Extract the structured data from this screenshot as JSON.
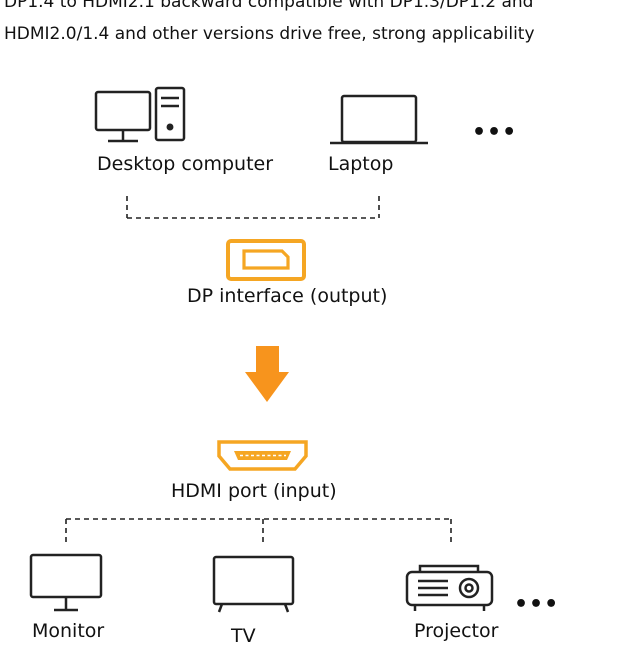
{
  "headline": {
    "line1": "DP1.4 to HDMI2.1 backward compatible with DP1.3/DP1.2 and",
    "line2": "HDMI2.0/1.4 and other versions drive free, strong applicability"
  },
  "sources": {
    "desktop_label": "Desktop computer",
    "laptop_label": "Laptop",
    "more": "•••"
  },
  "interfaces": {
    "dp_label": "DP interface (output)",
    "hdmi_label": "HDMI port (input)"
  },
  "outputs": {
    "monitor_label": "Monitor",
    "tv_label": "TV",
    "projector_label": "Projector",
    "more": "•••"
  },
  "colors": {
    "accent": "#F5A623",
    "arrow": "#F7941D",
    "line": "#222222"
  },
  "icons": [
    "desktop-computer-icon",
    "laptop-icon",
    "dp-connector-icon",
    "down-arrow-icon",
    "hdmi-connector-icon",
    "monitor-icon",
    "tv-icon",
    "projector-icon"
  ]
}
